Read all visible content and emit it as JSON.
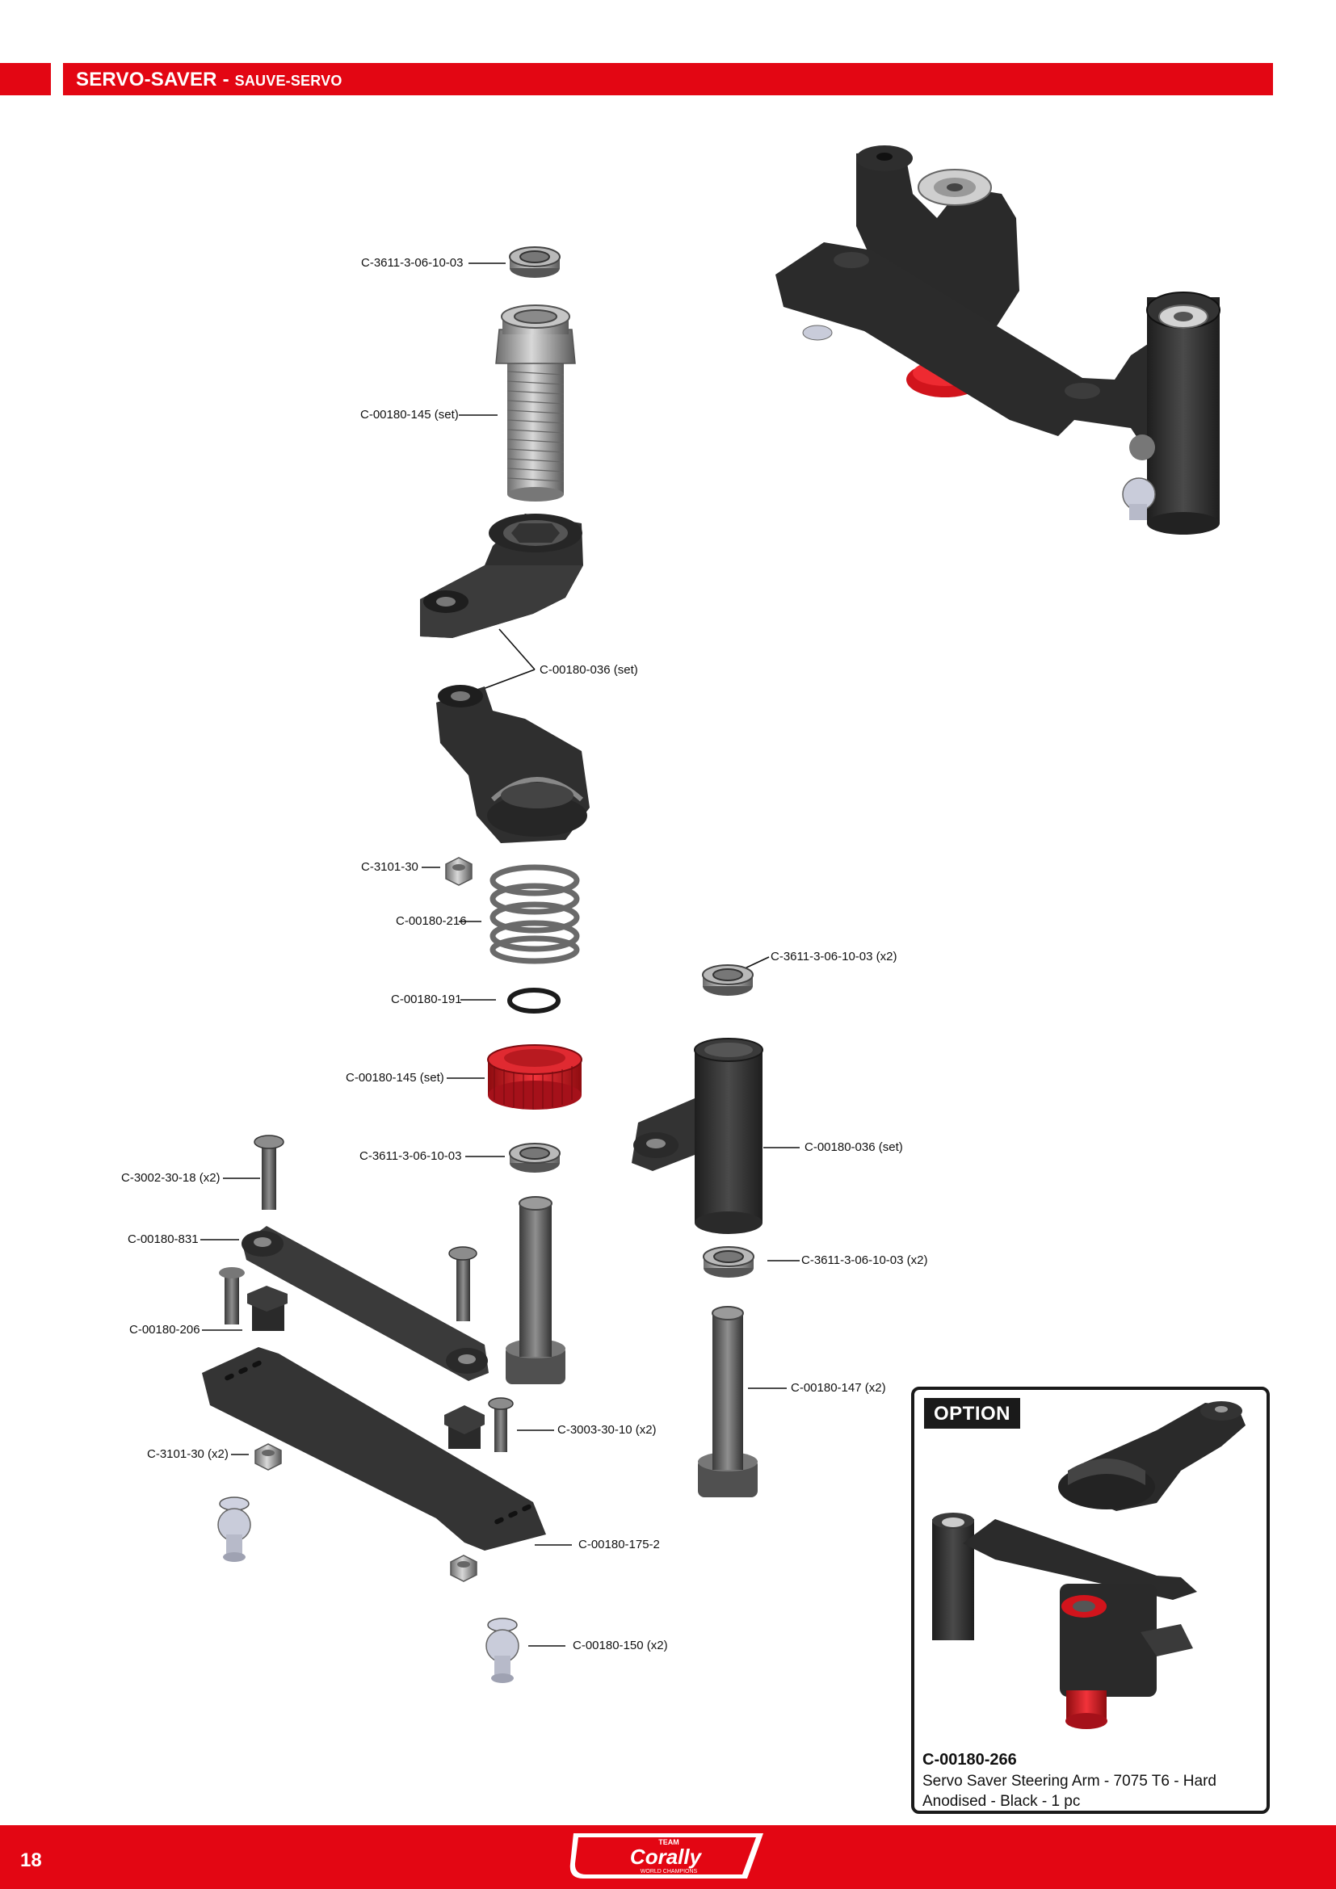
{
  "header": {
    "title": "SERVO-SAVER",
    "separator": " - ",
    "subtitle": "SAUVE-SERVO"
  },
  "labels": {
    "bearing_top": "C-3611-3-06-10-03",
    "shaft_set": "C-00180-145 (set)",
    "arm_set_1": "C-00180-036 (set)",
    "nut_3101": "C-3101-30",
    "spring": "C-00180-216",
    "oring": "C-00180-191",
    "red_nut_set": "C-00180-145 (set)",
    "bearing_mid": "C-3611-3-06-10-03",
    "screw_3002": "C-3002-30-18 (x2)",
    "link_831": "C-00180-831",
    "bushing_206": "C-00180-206",
    "nut_3101_x2": "C-3101-30 (x2)",
    "bearing_x2_top": "C-3611-3-06-10-03 (x2)",
    "arm_set_2": "C-00180-036 (set)",
    "bearing_x2_bottom": "C-3611-3-06-10-03 (x2)",
    "post_147": "C-00180-147 (x2)",
    "screw_3003": "C-3003-30-10 (x2)",
    "plate_175": "C-00180-175-2",
    "ball_150": "C-00180-150 (x2)"
  },
  "option": {
    "tag": "OPTION",
    "code": "C-00180-266",
    "description": "Servo Saver Steering Arm - 7075 T6 - Hard Anodised - Black - 1 pc"
  },
  "footer": {
    "page_number": "18",
    "logo_text_top": "TEAM",
    "logo_text_main": "Corally",
    "logo_text_bottom": "WORLD CHAMPIONS"
  },
  "colors": {
    "brand_red": "#e30613",
    "part_black": "#2b2b2b",
    "part_gray": "#8a8a8a",
    "anodized_red": "#d7141c"
  }
}
